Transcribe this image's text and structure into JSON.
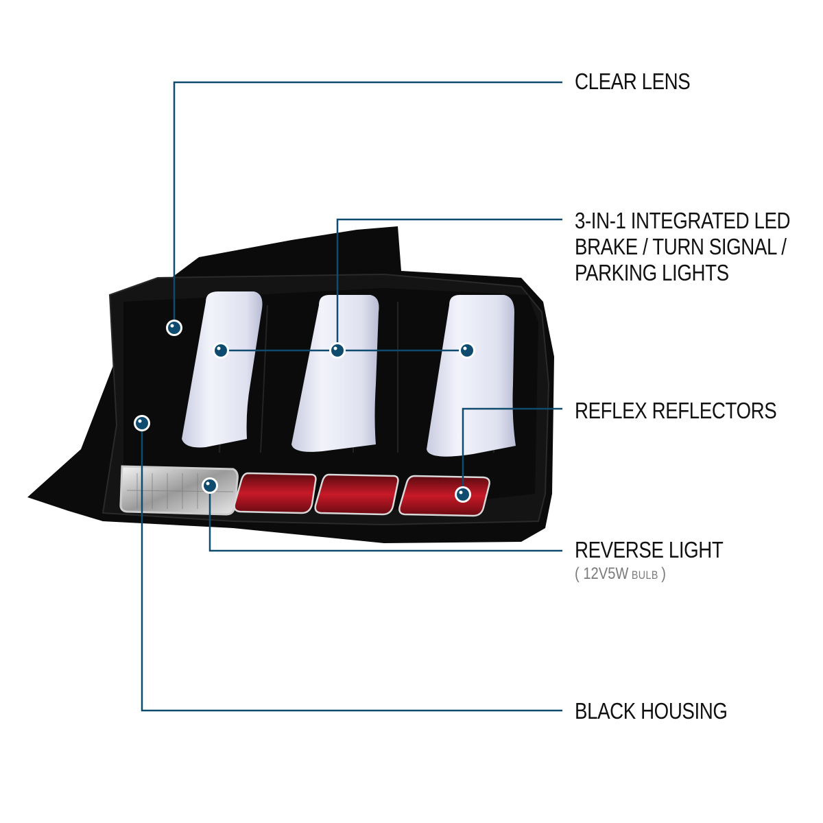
{
  "callouts": {
    "clear_lens": "CLEAR LENS",
    "integrated_led": {
      "line1": "3-IN-1 INTEGRATED LED",
      "line2": "BRAKE / TURN SIGNAL /",
      "line3": "PARKING LIGHTS"
    },
    "reflex_reflectors": "REFLEX REFLECTORS",
    "reverse_light": {
      "title": "REVERSE LIGHT",
      "open_paren": "( ",
      "bulb_spec": "12V5W",
      "bulb_word": " BULB ",
      "close_paren": ")"
    },
    "black_housing": "BLACK HOUSING"
  },
  "colors": {
    "leader_line": "#0f4b6e",
    "label_text": "#111111",
    "sub_text": "#7a7a7a",
    "housing": "#0b0b0b",
    "led_bar": "#e4e6f4",
    "reflector": "#b3121f"
  }
}
